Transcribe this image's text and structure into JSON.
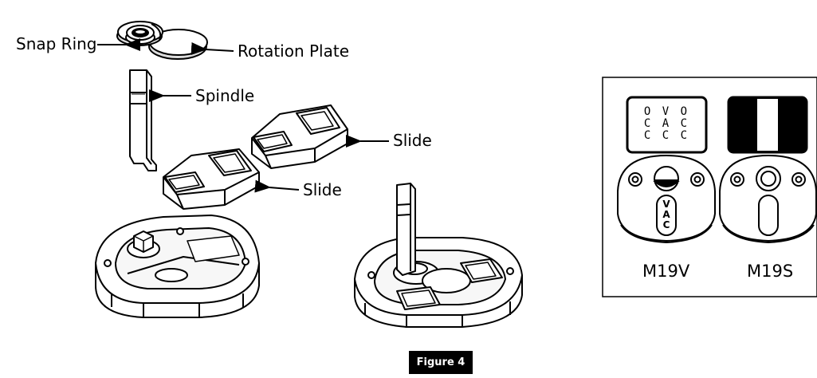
{
  "figure": {
    "caption": "Figure 4",
    "labels": {
      "snap_ring": "Snap Ring",
      "rotation_plate": "Rotation Plate",
      "spindle": "Spindle",
      "slide_upper": "Slide",
      "slide_lower": "Slide"
    },
    "inset": {
      "models": [
        {
          "name": "M19V",
          "chart_lines": [
            "O V O",
            "C A C",
            "C C C"
          ],
          "slot_text": "VAC"
        },
        {
          "name": "M19S"
        }
      ]
    }
  }
}
